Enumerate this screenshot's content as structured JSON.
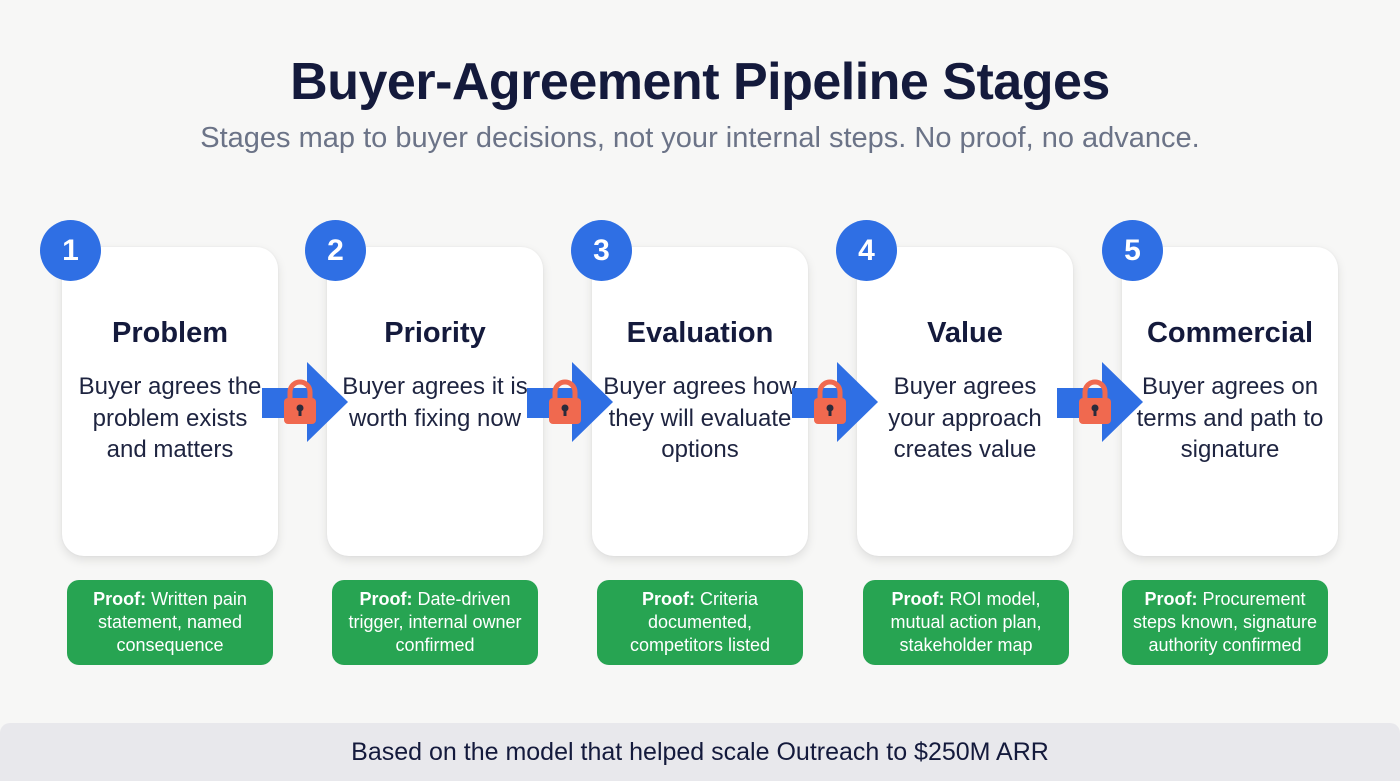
{
  "header": {
    "title": "Buyer-Agreement Pipeline Stages",
    "subtitle": "Stages map to buyer decisions, not your internal steps. No proof, no advance."
  },
  "stages": [
    {
      "number": "1",
      "name": "Problem",
      "description": "Buyer agrees the problem exists and matters",
      "proof_label": "Proof:",
      "proof_text": "Written pain statement, named consequence"
    },
    {
      "number": "2",
      "name": "Priority",
      "description": "Buyer agrees it is worth fixing now",
      "proof_label": "Proof:",
      "proof_text": "Date-driven trigger, internal owner confirmed"
    },
    {
      "number": "3",
      "name": "Evaluation",
      "description": "Buyer agrees how they will evaluate options",
      "proof_label": "Proof:",
      "proof_text": "Criteria documented, competitors listed"
    },
    {
      "number": "4",
      "name": "Value",
      "description": "Buyer agrees your approach creates value",
      "proof_label": "Proof:",
      "proof_text": "ROI model, mutual action plan, stakeholder map"
    },
    {
      "number": "5",
      "name": "Commercial",
      "description": "Buyer agrees on terms and path to signature",
      "proof_label": "Proof:",
      "proof_text": "Procurement steps known, signature authority confirmed"
    }
  ],
  "connectors": [
    {
      "icon": "lock-arrow-icon"
    },
    {
      "icon": "lock-arrow-icon"
    },
    {
      "icon": "lock-arrow-icon"
    },
    {
      "icon": "lock-arrow-icon"
    }
  ],
  "colors": {
    "badge": "#2f6fe4",
    "arrow": "#2f6fe4",
    "lock": "#f0694f",
    "proof": "#27a452",
    "title": "#141a3c"
  },
  "footer": {
    "text": "Based on the model that helped scale Outreach to $250M ARR"
  }
}
